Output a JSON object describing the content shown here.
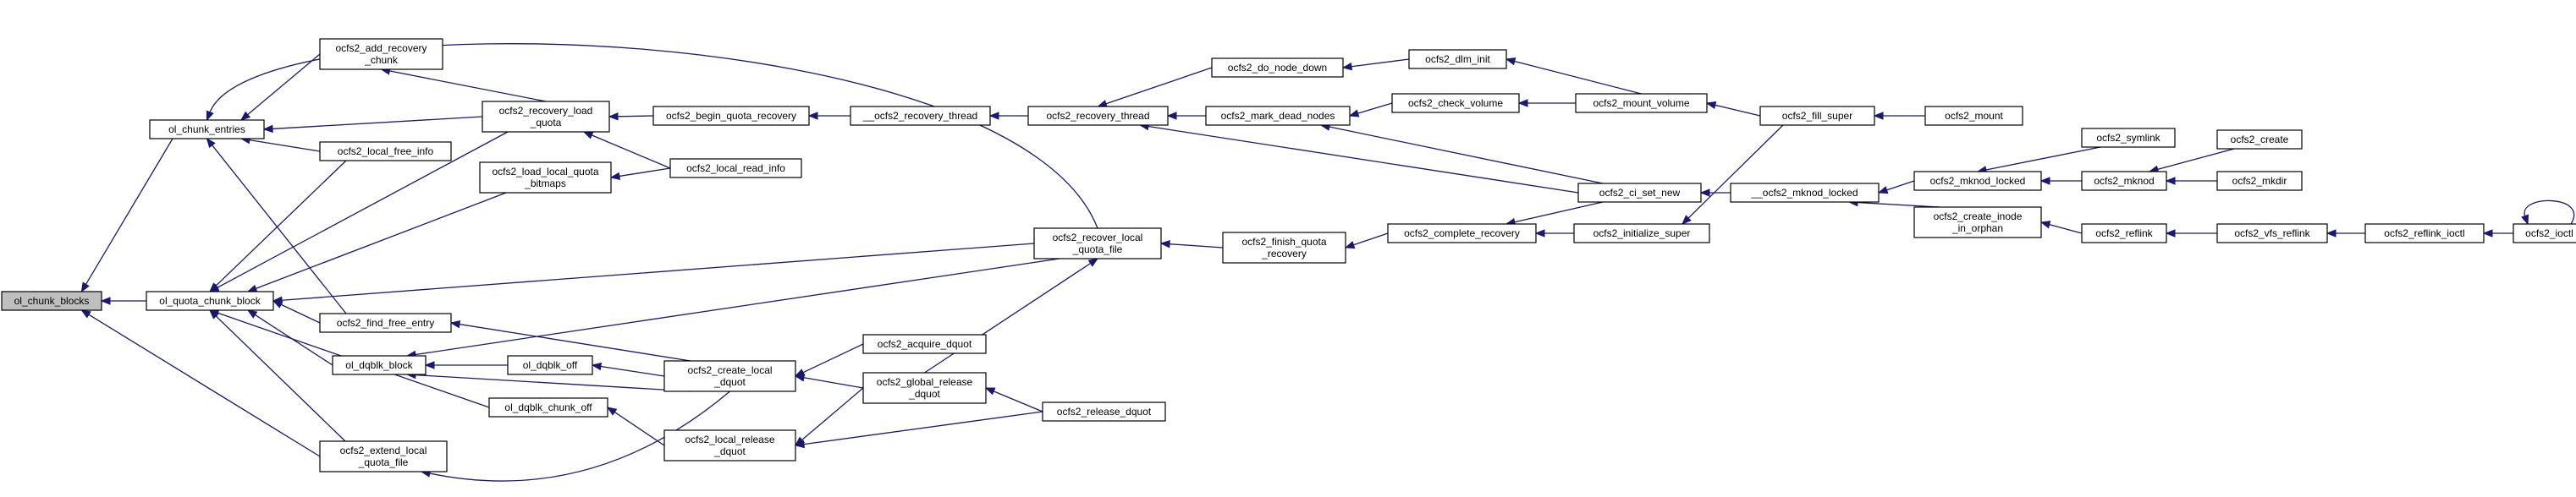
{
  "graph": {
    "edge_color": "#191970",
    "highlight_fill": "#bfbfbf",
    "nodes": [
      {
        "id": "ol_chunk_blocks",
        "lines": [
          "ol_chunk_blocks"
        ],
        "highlight": true
      },
      {
        "id": "ol_chunk_entries",
        "lines": [
          "ol_chunk_entries"
        ]
      },
      {
        "id": "ol_quota_chunk_block",
        "lines": [
          "ol_quota_chunk_block"
        ]
      },
      {
        "id": "ocfs2_extend_local_quota_file",
        "lines": [
          "ocfs2_extend_local",
          "_quota_file"
        ]
      },
      {
        "id": "ocfs2_add_recovery_chunk",
        "lines": [
          "ocfs2_add_recovery",
          "_chunk"
        ]
      },
      {
        "id": "ocfs2_recovery_load_quota",
        "lines": [
          "ocfs2_recovery_load",
          "_quota"
        ]
      },
      {
        "id": "ocfs2_local_free_info",
        "lines": [
          "ocfs2_local_free_info"
        ]
      },
      {
        "id": "ocfs2_load_local_quota_bitmaps",
        "lines": [
          "ocfs2_load_local_quota",
          "_bitmaps"
        ]
      },
      {
        "id": "ocfs2_find_free_entry",
        "lines": [
          "ocfs2_find_free_entry"
        ]
      },
      {
        "id": "ol_dqblk_block",
        "lines": [
          "ol_dqblk_block"
        ]
      },
      {
        "id": "ol_dqblk_off",
        "lines": [
          "ol_dqblk_off"
        ]
      },
      {
        "id": "ol_dqblk_chunk_off",
        "lines": [
          "ol_dqblk_chunk_off"
        ]
      },
      {
        "id": "ocfs2_begin_quota_recovery",
        "lines": [
          "ocfs2_begin_quota_recovery"
        ]
      },
      {
        "id": "ocfs2_local_read_info",
        "lines": [
          "ocfs2_local_read_info"
        ]
      },
      {
        "id": "ocfs2_create_local_dquot",
        "lines": [
          "ocfs2_create_local",
          "_dquot"
        ]
      },
      {
        "id": "ocfs2_local_release_dquot",
        "lines": [
          "ocfs2_local_release",
          "_dquot"
        ]
      },
      {
        "id": "__ocfs2_recovery_thread",
        "lines": [
          "__ocfs2_recovery_thread"
        ]
      },
      {
        "id": "ocfs2_acquire_dquot",
        "lines": [
          "ocfs2_acquire_dquot"
        ]
      },
      {
        "id": "ocfs2_global_release_dquot",
        "lines": [
          "ocfs2_global_release",
          "_dquot"
        ]
      },
      {
        "id": "ocfs2_release_dquot",
        "lines": [
          "ocfs2_release_dquot"
        ]
      },
      {
        "id": "ocfs2_recover_local_quota_file",
        "lines": [
          "ocfs2_recover_local",
          "_quota_file"
        ]
      },
      {
        "id": "ocfs2_recovery_thread",
        "lines": [
          "ocfs2_recovery_thread"
        ]
      },
      {
        "id": "ocfs2_do_node_down",
        "lines": [
          "ocfs2_do_node_down"
        ]
      },
      {
        "id": "ocfs2_mark_dead_nodes",
        "lines": [
          "ocfs2_mark_dead_nodes"
        ]
      },
      {
        "id": "ocfs2_finish_quota_recovery",
        "lines": [
          "ocfs2_finish_quota",
          "_recovery"
        ]
      },
      {
        "id": "ocfs2_dlm_init",
        "lines": [
          "ocfs2_dlm_init"
        ]
      },
      {
        "id": "ocfs2_check_volume",
        "lines": [
          "ocfs2_check_volume"
        ]
      },
      {
        "id": "ocfs2_complete_recovery",
        "lines": [
          "ocfs2_complete_recovery"
        ]
      },
      {
        "id": "ocfs2_mount_volume",
        "lines": [
          "ocfs2_mount_volume"
        ]
      },
      {
        "id": "ocfs2_ci_set_new",
        "lines": [
          "ocfs2_ci_set_new"
        ]
      },
      {
        "id": "ocfs2_initialize_super",
        "lines": [
          "ocfs2_initialize_super"
        ]
      },
      {
        "id": "ocfs2_fill_super",
        "lines": [
          "ocfs2_fill_super"
        ]
      },
      {
        "id": "__ocfs2_mknod_locked",
        "lines": [
          "__ocfs2_mknod_locked"
        ]
      },
      {
        "id": "ocfs2_mount",
        "lines": [
          "ocfs2_mount"
        ]
      },
      {
        "id": "ocfs2_mknod_locked",
        "lines": [
          "ocfs2_mknod_locked"
        ]
      },
      {
        "id": "ocfs2_create_inode_in_orphan",
        "lines": [
          "ocfs2_create_inode",
          "_in_orphan"
        ]
      },
      {
        "id": "ocfs2_symlink",
        "lines": [
          "ocfs2_symlink"
        ]
      },
      {
        "id": "ocfs2_mknod",
        "lines": [
          "ocfs2_mknod"
        ]
      },
      {
        "id": "ocfs2_reflink",
        "lines": [
          "ocfs2_reflink"
        ]
      },
      {
        "id": "ocfs2_create",
        "lines": [
          "ocfs2_create"
        ]
      },
      {
        "id": "ocfs2_mkdir",
        "lines": [
          "ocfs2_mkdir"
        ]
      },
      {
        "id": "ocfs2_vfs_reflink",
        "lines": [
          "ocfs2_vfs_reflink"
        ]
      },
      {
        "id": "ocfs2_reflink_ioctl",
        "lines": [
          "ocfs2_reflink_ioctl"
        ]
      },
      {
        "id": "ocfs2_ioctl",
        "lines": [
          "ocfs2_ioctl"
        ]
      }
    ]
  }
}
